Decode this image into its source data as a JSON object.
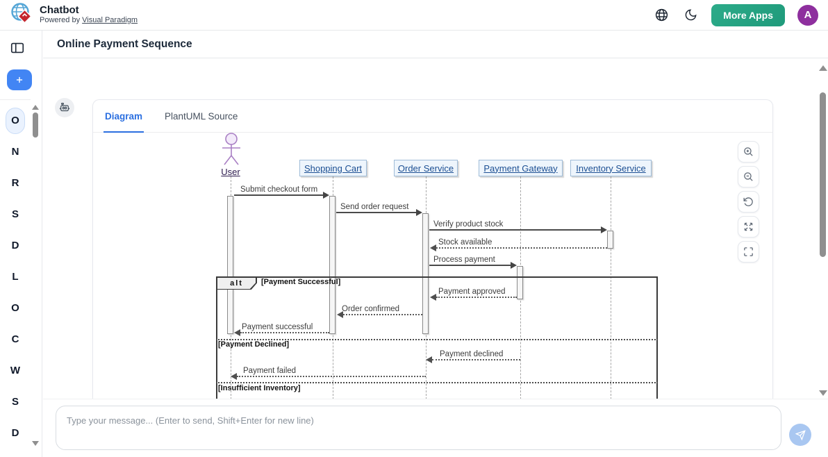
{
  "header": {
    "app_title": "Chatbot",
    "powered_prefix": "Powered by",
    "powered_link": "Visual Paradigm",
    "more_apps_label": "More Apps",
    "avatar_letter": "A"
  },
  "colors": {
    "accent_blue": "#4285f4",
    "tab_active_blue": "#2b6fe0",
    "brand_green": "#23a383",
    "avatar_purple": "#8e2f9e",
    "send_button_blue": "#a9c7f1",
    "participant_fill": "#eef5fc",
    "participant_border": "#9fbcd8",
    "participant_text": "#1c4f93",
    "actor_purple": "#a97fc4"
  },
  "sidebar": {
    "items": [
      {
        "label": "O",
        "active": true
      },
      {
        "label": "N",
        "active": false
      },
      {
        "label": "R",
        "active": false
      },
      {
        "label": "S",
        "active": false
      },
      {
        "label": "D",
        "active": false
      },
      {
        "label": "L",
        "active": false
      },
      {
        "label": "O",
        "active": false
      },
      {
        "label": "C",
        "active": false
      },
      {
        "label": "W",
        "active": false
      },
      {
        "label": "S",
        "active": false
      },
      {
        "label": "D",
        "active": false
      }
    ]
  },
  "page": {
    "title": "Online Payment Sequence"
  },
  "tabs": [
    {
      "label": "Diagram",
      "active": true
    },
    {
      "label": "PlantUML Source",
      "active": false
    }
  ],
  "diagram": {
    "actor": {
      "name": "User"
    },
    "participants": [
      "Shopping Cart",
      "Order Service",
      "Payment Gateway",
      "Inventory Service"
    ],
    "frame": {
      "operator": "alt",
      "sections": [
        "[Payment Successful]",
        "[Payment Declined]",
        "[Insufficient Inventory]"
      ]
    },
    "messages": [
      {
        "label": "Submit checkout form",
        "from": "User",
        "to": "Shopping Cart",
        "style": "solid"
      },
      {
        "label": "Send order request",
        "from": "Shopping Cart",
        "to": "Order Service",
        "style": "solid"
      },
      {
        "label": "Verify product stock",
        "from": "Order Service",
        "to": "Inventory Service",
        "style": "solid"
      },
      {
        "label": "Stock available",
        "from": "Inventory Service",
        "to": "Order Service",
        "style": "dotted"
      },
      {
        "label": "Process payment",
        "from": "Order Service",
        "to": "Payment Gateway",
        "style": "solid"
      },
      {
        "label": "Payment approved",
        "from": "Payment Gateway",
        "to": "Order Service",
        "style": "dotted"
      },
      {
        "label": "Order confirmed",
        "from": "Order Service",
        "to": "Shopping Cart",
        "style": "dotted"
      },
      {
        "label": "Payment successful",
        "from": "Shopping Cart",
        "to": "User",
        "style": "dotted"
      },
      {
        "label": "Payment declined",
        "from": "Payment Gateway",
        "to": "Order Service",
        "style": "dotted"
      },
      {
        "label": "Payment failed",
        "from": "Order Service",
        "to": "User",
        "style": "dotted"
      }
    ]
  },
  "composer": {
    "placeholder": "Type your message... (Enter to send, Shift+Enter for new line)"
  }
}
